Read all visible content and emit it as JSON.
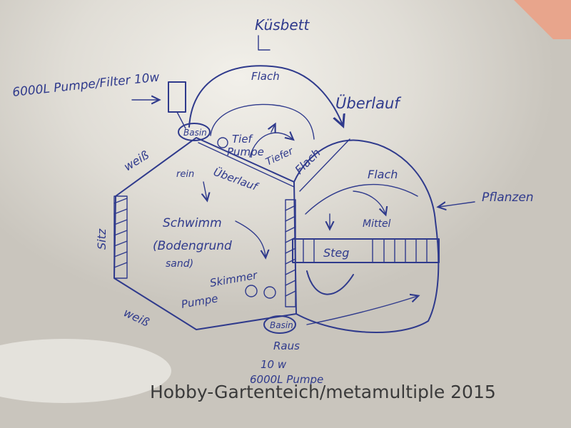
{
  "labels": {
    "kuebett": "Küsbett",
    "pump_filter": "6000L Pumpe/Filter 10w",
    "flach_top": "Flach",
    "ueberlauf_right": "Überlauf",
    "bassin_top": "Basin",
    "tief": "Tief",
    "pumpe_top": "Pumpe",
    "tiefer": "Tiefer",
    "flach_mid": "Flach",
    "flach_right": "Flach",
    "pflanzen": "Pflanzen",
    "weiss_top": "weiß",
    "rein": "rein",
    "ueberlauf_mid": "Überlauf",
    "mittel": "Mittel",
    "sitz": "Sitz",
    "schwimm": "Schwimm",
    "bodengrund": "(Bodengrund",
    "sand": "sand)",
    "steg": "Steg",
    "skimmer": "Skimmer",
    "pumpe_bottom": "Pumpe",
    "weiss_bottom": "weiß",
    "bassin_bottom": "Basin",
    "raus": "Raus",
    "watt_bottom": "10 w",
    "pump_bottom": "6000L Pumpe"
  },
  "watermark": "Hobby-Gartenteich/metamultiple 2015",
  "colors": {
    "background": "#d9d6cf",
    "ink": "#2f3a8c",
    "sticky_note": "#e8a58c",
    "watermark": "#3a3a3a"
  }
}
